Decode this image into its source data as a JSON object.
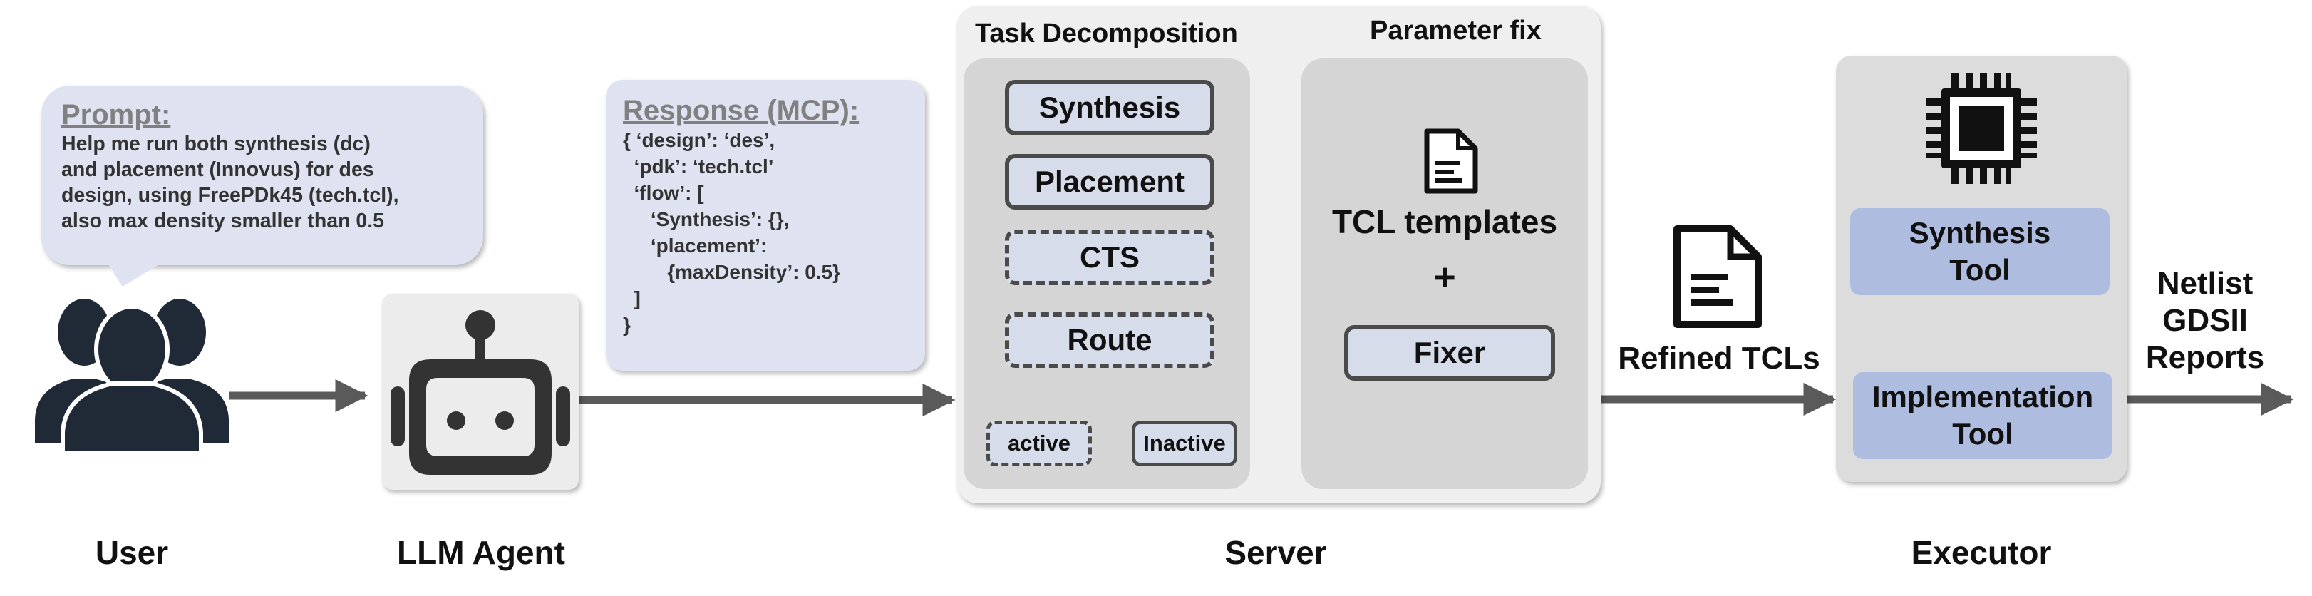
{
  "colors": {
    "arrow": "#5a5a5a",
    "bubble": "#dfe3f1",
    "server_bg": "#efefef",
    "panel_bg": "#d5d5d5",
    "task_fill": "#d6dce9",
    "executor_bg": "#dcdcdc",
    "tool_fill": "#aebce0",
    "heading_gray": "#808080"
  },
  "icons": [
    "users-icon",
    "robot-icon",
    "document-icon",
    "chip-icon"
  ],
  "user": {
    "caption": "User",
    "prompt": {
      "heading": "Prompt:",
      "lines": [
        "Help me run both synthesis (dc)",
        "and placement (Innovus) for des",
        "design, using FreePDk45 (tech.tcl),",
        "also max density smaller than 0.5"
      ]
    }
  },
  "agent": {
    "caption": "LLM Agent",
    "response": {
      "heading": "Response (MCP):",
      "lines": [
        "{ ‘design’: ‘des’,",
        "  ‘pdk’: ‘tech.tcl’",
        "  ‘flow’: [",
        "     ‘Synthesis’: {},",
        "     ‘placement’:",
        "        {maxDensity’: 0.5}",
        "  ]",
        "}"
      ]
    }
  },
  "server": {
    "caption": "Server",
    "task_decomposition": {
      "title": "Task Decomposition",
      "tasks": [
        {
          "label": "Synthesis",
          "state": "active"
        },
        {
          "label": "Placement",
          "state": "active"
        },
        {
          "label": "CTS",
          "state": "inactive"
        },
        {
          "label": "Route",
          "state": "inactive"
        }
      ],
      "legend": {
        "dashed": "active",
        "solid": "Inactive"
      }
    },
    "parameter_fix": {
      "title": "Parameter fix",
      "templates": "TCL templates",
      "plus": "+",
      "fixer": "Fixer"
    }
  },
  "refined_label": "Refined TCLs",
  "executor": {
    "caption": "Executor",
    "tools": [
      {
        "line1": "Synthesis",
        "line2": "Tool"
      },
      {
        "line1": "Implementation",
        "line2": "Tool"
      }
    ]
  },
  "outputs": [
    "Netlist",
    "GDSII",
    "Reports"
  ]
}
